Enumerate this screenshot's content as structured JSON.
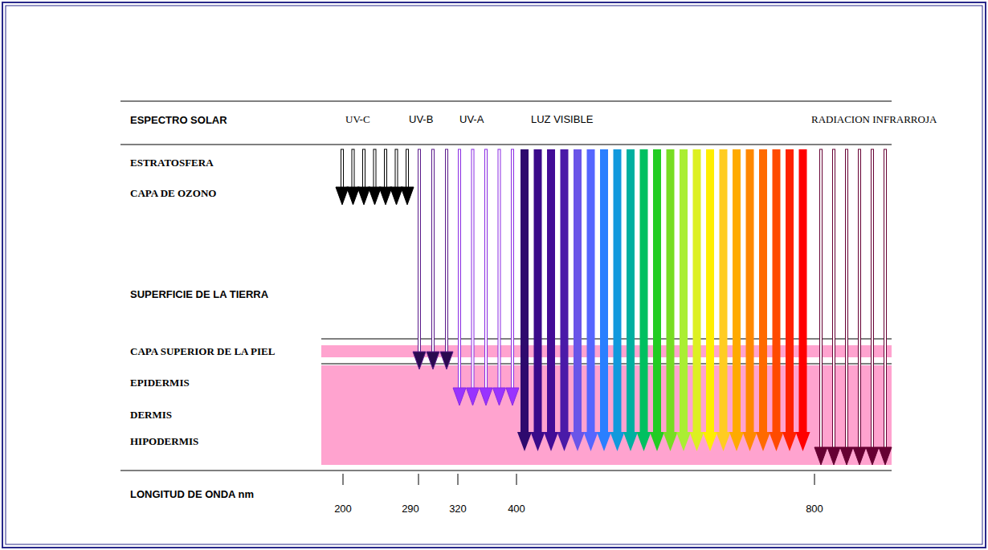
{
  "diagram": {
    "labels": [
      "ESPECTRO SOLAR",
      "UV-C",
      "UV-B",
      "UV-A",
      "LUZ VISIBLE",
      "RADIACION INFRARROJA",
      "ESTRATOSFERA",
      "CAPA DE OZONO",
      "SUPERFICIE DE LA TIERRA",
      "CAPA SUPERIOR DE LA PIEL",
      "EPIDERMIS",
      "DERMIS",
      "HIPODERMIS",
      "LONGITUD DE ONDA nm",
      "200",
      "290",
      "320",
      "400",
      "800"
    ]
  }
}
